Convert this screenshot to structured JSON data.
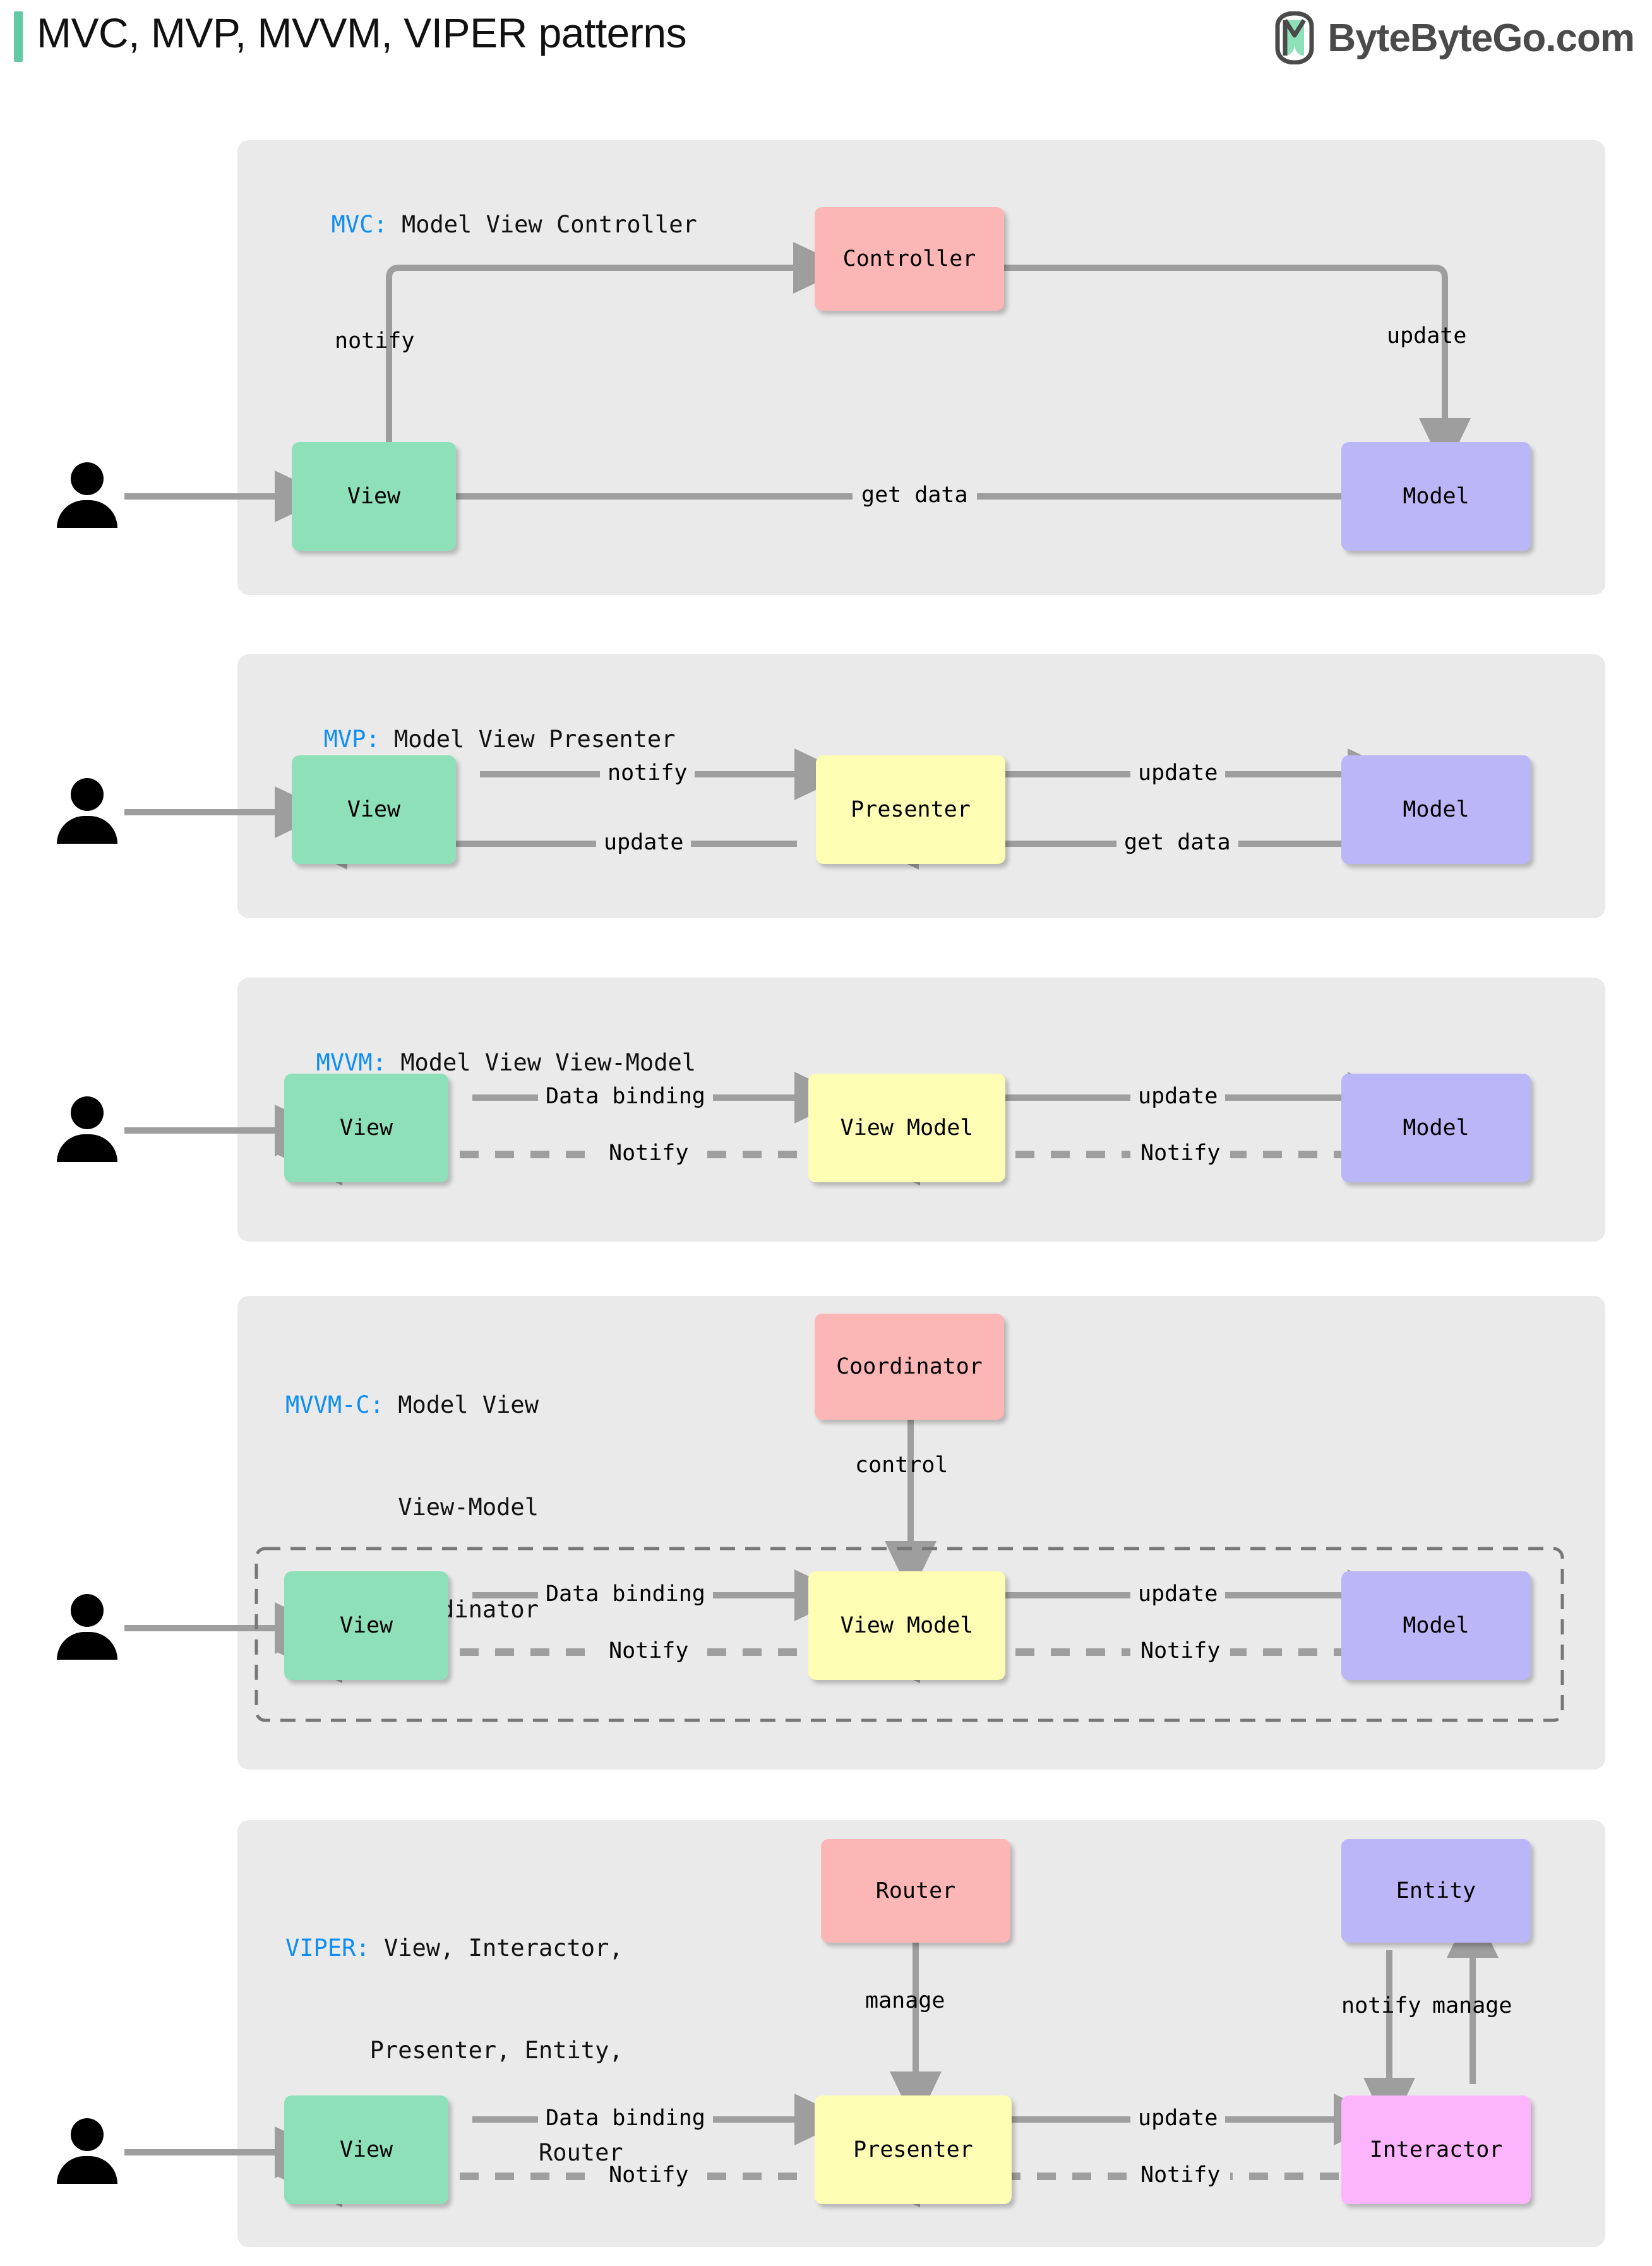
{
  "header": {
    "title": "MVC, MVP, MVVM, VIPER patterns",
    "brand_name": "ByteByteGo.com",
    "accent_color": "#63c9a2",
    "brand_icon": "bytebytego-logo-icon"
  },
  "colors": {
    "panel_bg": "#eaeaea",
    "view": "#8ee0b9",
    "model": "#bbb6f7",
    "controller": "#fcb6b6",
    "viewmodel": "#fdfdb4",
    "interactor": "#fcb4fc",
    "arrow": "#9e9e9e",
    "key_label": "#0d8df5"
  },
  "sections": [
    {
      "id": "mvc",
      "key": "MVC:",
      "expansion": "Model View Controller",
      "nodes": [
        {
          "id": "view",
          "label": "View"
        },
        {
          "id": "controller",
          "label": "Controller"
        },
        {
          "id": "model",
          "label": "Model"
        }
      ],
      "edges": [
        {
          "id": "user-view",
          "label": ""
        },
        {
          "id": "view-controller",
          "label": "notify"
        },
        {
          "id": "controller-model",
          "label": "update"
        },
        {
          "id": "model-view",
          "label": "get data"
        }
      ]
    },
    {
      "id": "mvp",
      "key": "MVP:",
      "expansion": "Model View Presenter",
      "nodes": [
        {
          "id": "view",
          "label": "View"
        },
        {
          "id": "presenter",
          "label": "Presenter"
        },
        {
          "id": "model",
          "label": "Model"
        }
      ],
      "edges": [
        {
          "id": "user-view",
          "label": ""
        },
        {
          "id": "view-presenter",
          "label": "notify"
        },
        {
          "id": "presenter-view",
          "label": "update"
        },
        {
          "id": "presenter-model",
          "label": "update"
        },
        {
          "id": "model-presenter",
          "label": "get data"
        }
      ]
    },
    {
      "id": "mvvm",
      "key": "MVVM:",
      "expansion": "Model View View-Model",
      "nodes": [
        {
          "id": "view",
          "label": "View"
        },
        {
          "id": "viewmodel",
          "label": "View Model"
        },
        {
          "id": "model",
          "label": "Model"
        }
      ],
      "edges": [
        {
          "id": "user-view",
          "label": ""
        },
        {
          "id": "view-viewmodel",
          "label": "Data binding"
        },
        {
          "id": "viewmodel-view",
          "label": "Notify"
        },
        {
          "id": "viewmodel-model",
          "label": "update"
        },
        {
          "id": "model-viewmodel",
          "label": "Notify"
        }
      ]
    },
    {
      "id": "mvvmc",
      "key": "MVVM-C:",
      "expansion_lines": [
        "Model View",
        "View-Model",
        "Coordinator"
      ],
      "nodes": [
        {
          "id": "coordinator",
          "label": "Coordinator"
        },
        {
          "id": "view",
          "label": "View"
        },
        {
          "id": "viewmodel",
          "label": "View Model"
        },
        {
          "id": "model",
          "label": "Model"
        }
      ],
      "edges": [
        {
          "id": "user-view",
          "label": ""
        },
        {
          "id": "coordinator-group",
          "label": "control"
        },
        {
          "id": "view-viewmodel",
          "label": "Data binding"
        },
        {
          "id": "viewmodel-view",
          "label": "Notify"
        },
        {
          "id": "viewmodel-model",
          "label": "update"
        },
        {
          "id": "model-viewmodel",
          "label": "Notify"
        }
      ]
    },
    {
      "id": "viper",
      "key": "VIPER:",
      "expansion_lines": [
        "View, Interactor,",
        "Presenter, Entity,",
        "Router"
      ],
      "nodes": [
        {
          "id": "router",
          "label": "Router"
        },
        {
          "id": "entity",
          "label": "Entity"
        },
        {
          "id": "view",
          "label": "View"
        },
        {
          "id": "presenter",
          "label": "Presenter"
        },
        {
          "id": "interactor",
          "label": "Interactor"
        }
      ],
      "edges": [
        {
          "id": "user-view",
          "label": ""
        },
        {
          "id": "router-presenter",
          "label": "manage"
        },
        {
          "id": "entity-interactor",
          "label": "notify"
        },
        {
          "id": "interactor-entity",
          "label": "manage"
        },
        {
          "id": "view-presenter",
          "label": "Data binding"
        },
        {
          "id": "presenter-view",
          "label": "Notify"
        },
        {
          "id": "presenter-interactor",
          "label": "update"
        },
        {
          "id": "interactor-presenter",
          "label": "Notify"
        }
      ]
    }
  ]
}
